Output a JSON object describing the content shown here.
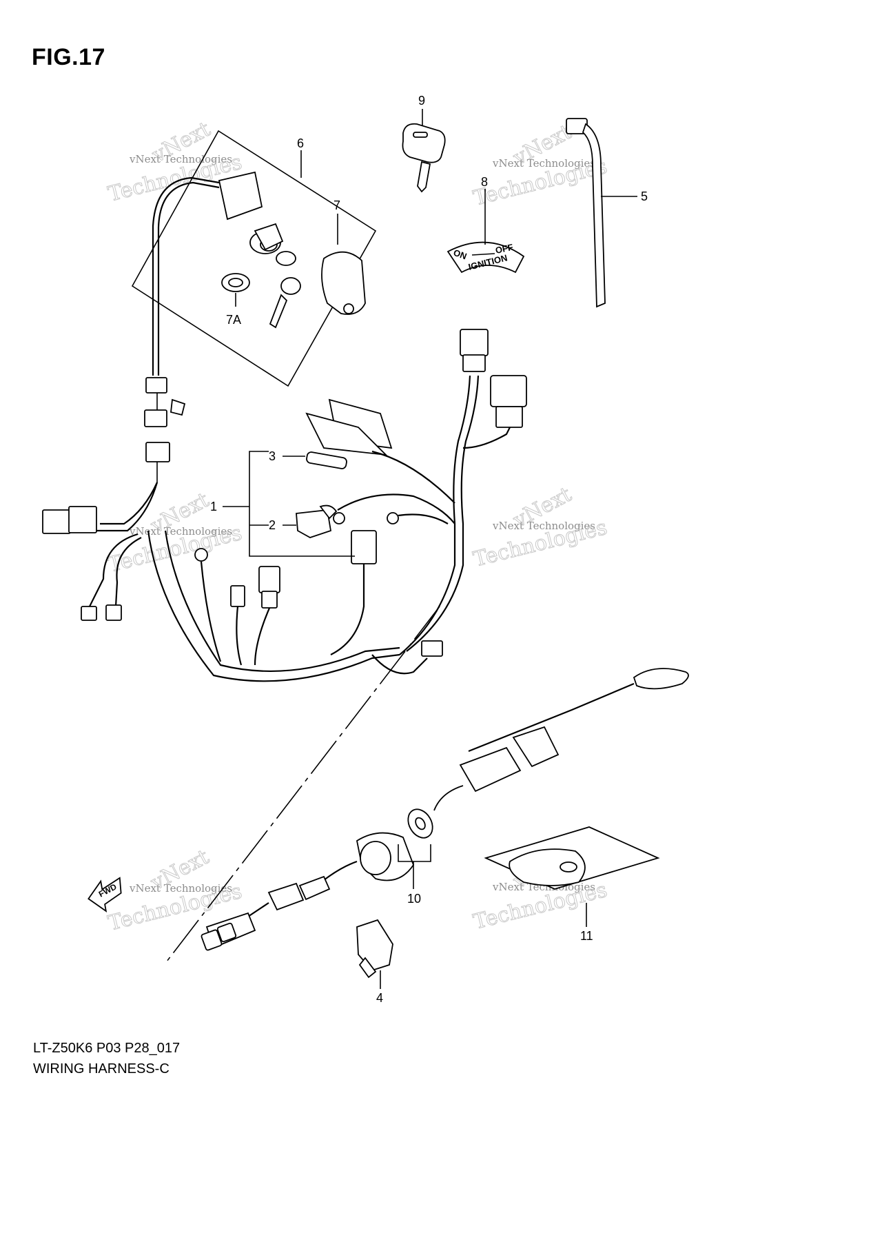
{
  "figure": {
    "title": "FIG.17",
    "model_code": "LT-Z50K6 P03 P28_017",
    "name": "WIRING HARNESS-C"
  },
  "callouts": {
    "p1": "1",
    "p2": "2",
    "p3": "3",
    "p4": "4",
    "p5": "5",
    "p6": "6",
    "p7": "7",
    "p7a": "7A",
    "p8": "8",
    "p9": "9",
    "p10": "10",
    "p11": "11"
  },
  "ignition_plate": {
    "on": "ON",
    "off": "OFF",
    "ignition": "IGNITION"
  },
  "fwd_arrow": "FWD",
  "watermark": {
    "company": "vNext Technologies",
    "short": "Technologies",
    "brand": "vNext"
  }
}
